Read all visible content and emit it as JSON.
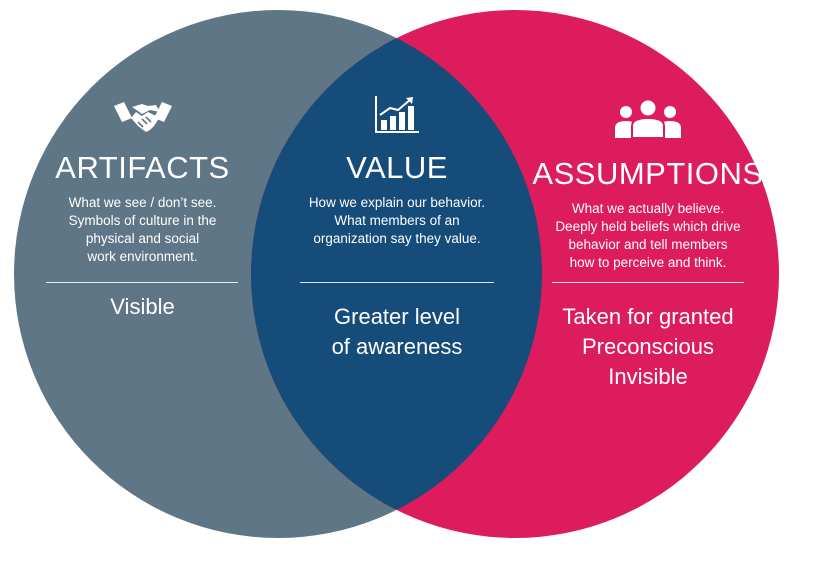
{
  "colors": {
    "artifacts_circle": "#5f7687",
    "assumptions_circle": "#dd1c5d",
    "overlap": "#164c79",
    "text": "#ffffff"
  },
  "columns": {
    "artifacts": {
      "icon": "handshake-icon",
      "title": "ARTIFACTS",
      "description": [
        "What we see / don’t see.",
        "Symbols of culture in the",
        "physical and social",
        "work environment."
      ],
      "level": [
        "Visible"
      ]
    },
    "value": {
      "icon": "bar-chart-growth-icon",
      "title": "VALUE",
      "description": [
        "How we explain our behavior.",
        "What members of an",
        "organization say they value."
      ],
      "level": [
        "Greater level",
        "of awareness"
      ]
    },
    "assumptions": {
      "icon": "people-group-icon",
      "title": "ASSUMPTIONS",
      "description": [
        "What we actually believe.",
        "Deeply held beliefs which drive",
        "behavior and tell members",
        "how to perceive and think."
      ],
      "level": [
        "Taken for granted",
        "Preconscious",
        "Invisible"
      ]
    }
  }
}
